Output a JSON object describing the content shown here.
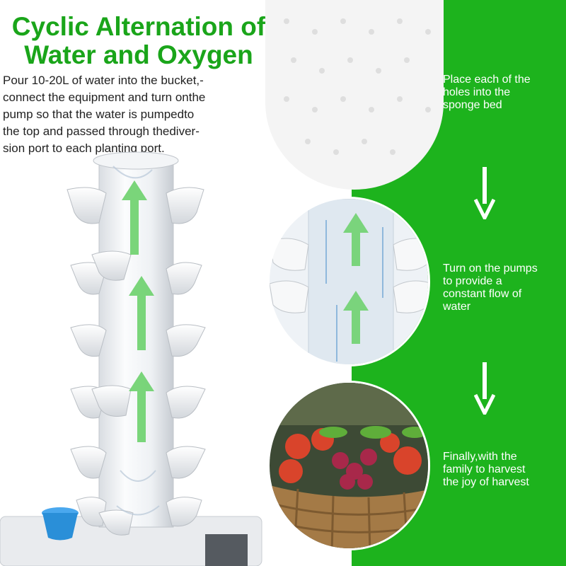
{
  "title": {
    "line1": "Cyclic Alternation of",
    "line2": "Water and Oxygen",
    "color": "#1aa51a"
  },
  "intro": {
    "line1": "Pour 10-20L of water into the bucket,-",
    "line2": "connect the equipment and turn onthe",
    "line3": "pump so that the water is pumpedto",
    "line4": "the top and passed through thediver-",
    "line5": "sion port to each planting port."
  },
  "steps": [
    {
      "lines": [
        "Place each of the",
        "holes into the",
        "sponge bed"
      ]
    },
    {
      "lines": [
        "Turn on the pumps",
        "to provide a",
        "constant flow of",
        "water"
      ]
    },
    {
      "lines": [
        "Finally,with the",
        "family to harvest",
        "the joy of harvest"
      ]
    }
  ],
  "colors": {
    "panel_green": "#1db31d",
    "flow_arrow": "#6fd16f",
    "cup_blue": "#2a8fd8"
  },
  "icons": [
    "down-arrow-icon",
    "up-flow-arrow-icon"
  ]
}
